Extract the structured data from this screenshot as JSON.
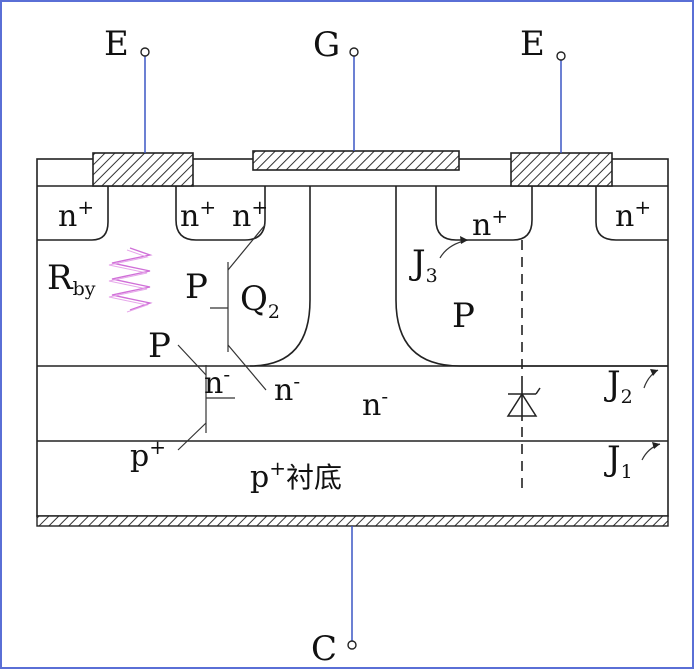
{
  "terminals": {
    "emitter_left": "E",
    "gate": "G",
    "emitter_right": "E",
    "collector": "C"
  },
  "regions": {
    "n_plus_1": {
      "base": "n",
      "sup": "+"
    },
    "n_plus_2": {
      "base": "n",
      "sup": "+"
    },
    "n_plus_3": {
      "base": "n",
      "sup": "+"
    },
    "n_plus_4": {
      "base": "n",
      "sup": "+"
    },
    "n_plus_5": {
      "base": "n",
      "sup": "+"
    },
    "p_left": "P",
    "p_lower": "P",
    "p_right": "P",
    "n_minus_center": {
      "base": "n",
      "sup": "-"
    },
    "n_minus_q": {
      "base": "n",
      "sup": "-"
    },
    "n_minus_arrow": {
      "base": "n",
      "sup": "-"
    },
    "p_plus": {
      "base": "p",
      "sup": "+"
    },
    "substrate": {
      "base": "p",
      "sup": "+",
      "text": "衬底"
    }
  },
  "components": {
    "resistor": {
      "base": "R",
      "sub": "by",
      "color": "#d070d8"
    },
    "transistor": {
      "base": "Q",
      "sub": "2"
    }
  },
  "junctions": {
    "j1": {
      "base": "J",
      "sub": "1"
    },
    "j2": {
      "base": "J",
      "sub": "2"
    },
    "j3": {
      "base": "J",
      "sub": "3"
    }
  },
  "colors": {
    "frame": "#5a6fd6",
    "lead": "#3b55c4",
    "hatch": "#333333"
  }
}
